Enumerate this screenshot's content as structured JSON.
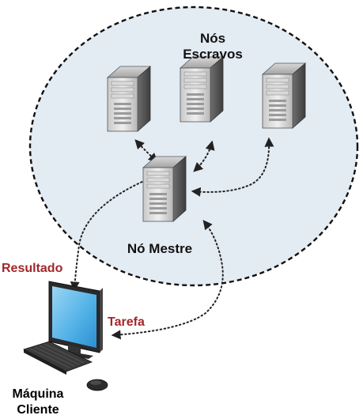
{
  "diagram": {
    "cluster_label": "Nós Escravos",
    "master_label": "Nó Mestre",
    "result_label": "Resultado",
    "task_label": "Tarefa",
    "client_label_line1": "Máquina",
    "client_label_line2": "Cliente"
  },
  "colors": {
    "cluster_fill": "#e3ebf3",
    "cluster_border": "#111111",
    "edge_label": "#a3262a",
    "connector": "#222222",
    "screen": "#5fb8ea"
  },
  "icons": {
    "server": "server-tower-icon",
    "client": "desktop-computer-icon"
  }
}
